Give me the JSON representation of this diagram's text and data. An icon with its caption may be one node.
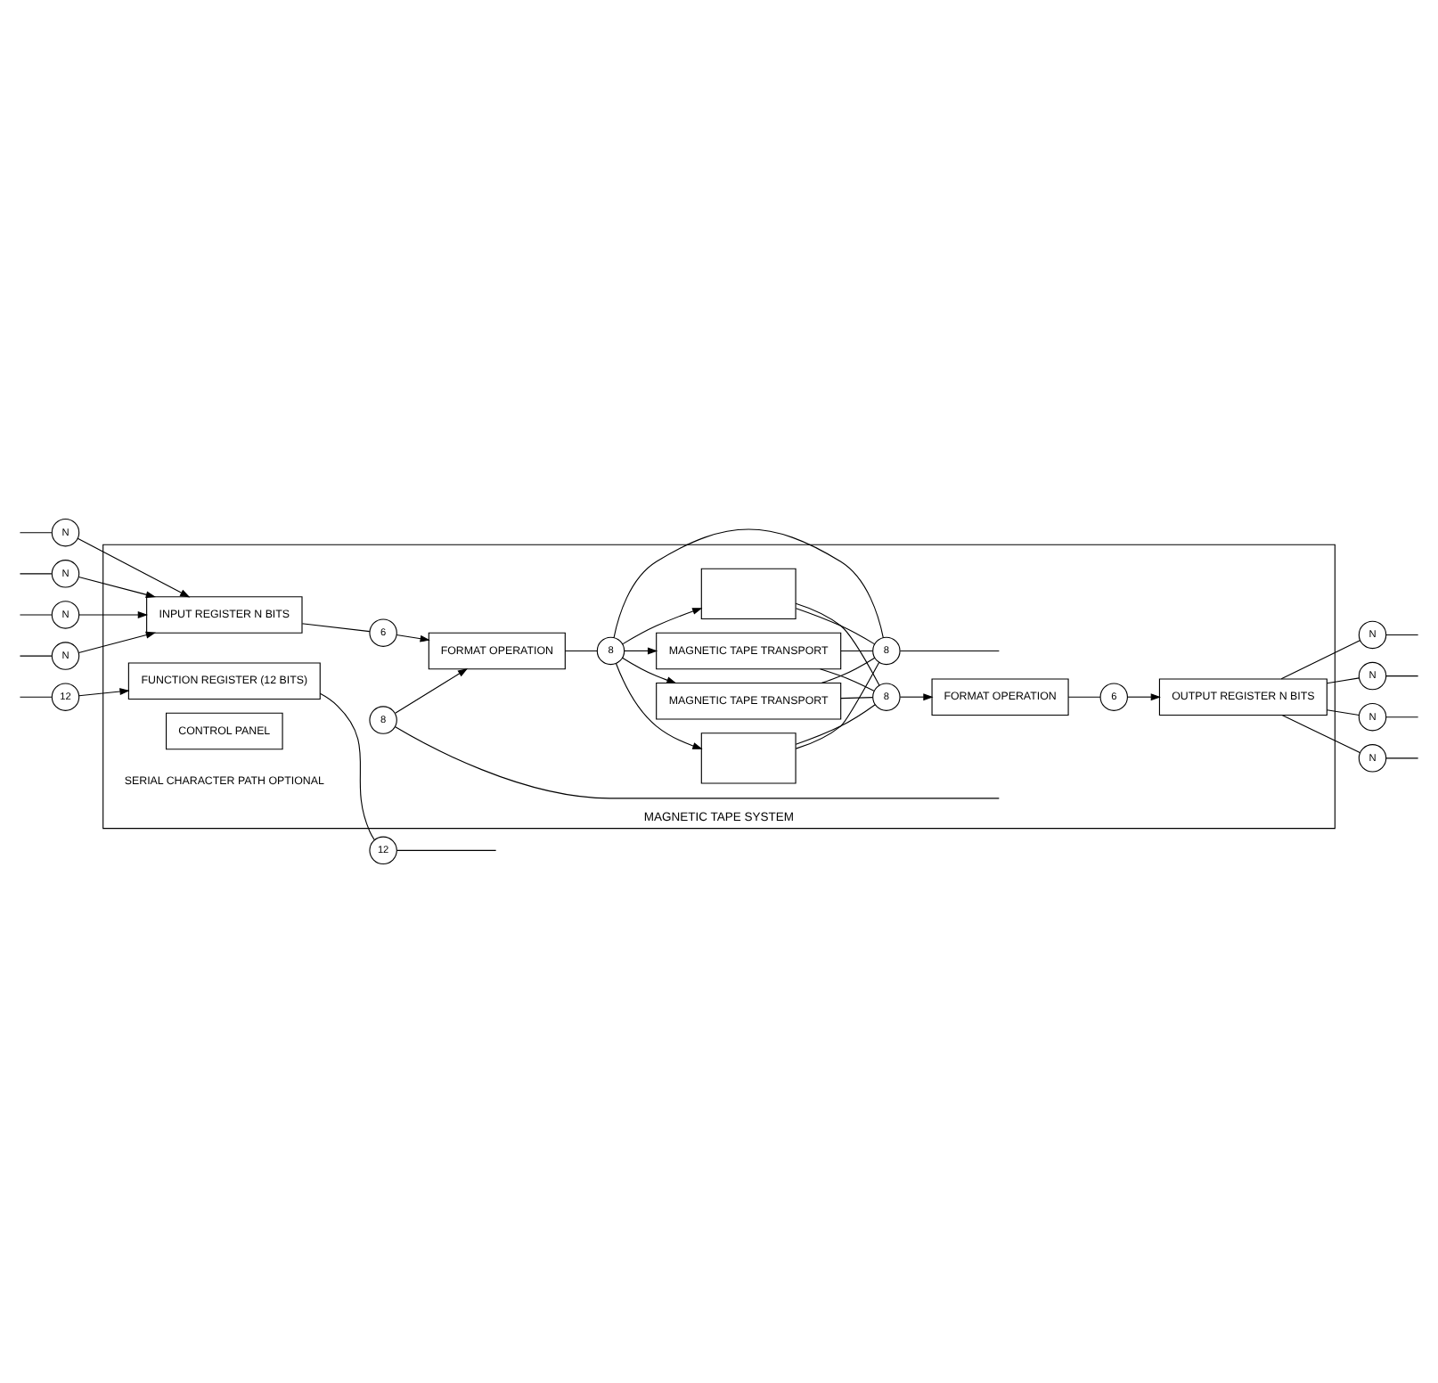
{
  "diagram": {
    "nodes": [
      {
        "text": [
          "MAGNETIC TAPE SYSTEM"
        ]
      },
      {
        "text": [
          "12"
        ]
      },
      {
        "text": [
          "FUNCTION REGISTER (12 BITS)"
        ],
        "in": 0
      },
      {
        "text": [
          "12"
        ]
      },
      {
        "text": [
          "N"
        ]
      },
      {
        "text": [
          "INPUT REGISTER N BITS"
        ],
        "in": 0
      },
      {
        "text": [
          "6"
        ],
        "in": 0
      },
      {
        "text": [
          "FORMAT OPERATION"
        ],
        "in": 0
      },
      {
        "text": [
          "8"
        ],
        "in": 0
      },
      {
        "text": [
          "MAGNETIC TAPE TRANSPORT"
        ],
        "in": 0
      },
      {
        "text": [
          "8"
        ],
        "in": 0
      },
      {
        "text": [
          "FORMAT OPERATION"
        ],
        "in": 0
      },
      {
        "text": [
          "6"
        ],
        "in": 0
      },
      {
        "text": [
          "OUTPUT REGISTER N BITS"
        ],
        "in": 0
      },
      {
        "text": [
          "N"
        ]
      },
      {
        "text": [],
        "shape": "box",
        "in": 0
      },
      {
        "text": [
          "N"
        ]
      },
      {
        "text": [
          "N"
        ]
      },
      {
        "text": [],
        "shape": "box",
        "in": 0
      },
      {
        "text": [
          "N"
        ]
      },
      {
        "text": [
          "N"
        ]
      },
      {
        "text": [
          "MAGNETIC TAPE TRANSPORT"
        ],
        "in": 0
      },
      {
        "text": [
          "N"
        ]
      },
      {
        "text": [
          "N"
        ]
      },
      {
        "text": [
          "8"
        ],
        "in": 0
      },
      {
        "text": [
          "8"
        ],
        "in": 0
      },
      {
        "text": [
          "CONTROL PANEL"
        ],
        "in": 0
      }
    ],
    "edges": [
      {
        "from": null,
        "to": 1,
        "arrow": "none"
      },
      {
        "from": 1,
        "to": 2,
        "arrow": "to"
      },
      {
        "from": 2,
        "to": 3,
        "arrow": "none"
      },
      {
        "from": 3,
        "to": null,
        "arrow": "none"
      },
      {
        "from": null,
        "to": 4,
        "arrow": "none"
      },
      {
        "from": 4,
        "to": 5,
        "arrow": "to"
      },
      {
        "from": null,
        "to": 16,
        "arrow": "none"
      },
      {
        "from": 16,
        "to": 5,
        "arrow": "to"
      },
      {
        "from": null,
        "to": 19,
        "arrow": "none"
      },
      {
        "from": 19,
        "to": 5,
        "arrow": "to"
      },
      {
        "from": null,
        "to": 22,
        "arrow": "none"
      },
      {
        "from": 22,
        "to": 5,
        "arrow": "to"
      },
      {
        "from": 5,
        "to": 6,
        "arrow": "none"
      },
      {
        "from": 6,
        "to": 7,
        "arrow": "to"
      },
      {
        "from": 7,
        "to": 8,
        "arrow": "none"
      },
      {
        "from": 8,
        "to": 9,
        "arrow": "to"
      },
      {
        "from": 8,
        "to": 15,
        "arrow": "to"
      },
      {
        "from": 8,
        "to": 18,
        "arrow": "to"
      },
      {
        "from": 8,
        "to": 21,
        "arrow": "to"
      },
      {
        "from": 9,
        "to": 10,
        "arrow": "none"
      },
      {
        "from": 15,
        "to": 10,
        "arrow": "none"
      },
      {
        "from": 18,
        "to": 10,
        "arrow": "none"
      },
      {
        "from": 21,
        "to": 10,
        "arrow": "none"
      },
      {
        "from": 10,
        "to": 11,
        "arrow": "to"
      },
      {
        "from": 11,
        "to": 12,
        "arrow": "none"
      },
      {
        "from": 12,
        "to": 13,
        "arrow": "to"
      },
      {
        "from": 13,
        "to": 14,
        "arrow": "none"
      },
      {
        "from": 14,
        "to": null,
        "arrow": "none"
      },
      {
        "from": 13,
        "to": 17,
        "arrow": "none"
      },
      {
        "from": 17,
        "to": null,
        "arrow": "none"
      },
      {
        "from": 13,
        "to": 20,
        "arrow": "none"
      },
      {
        "from": 20,
        "to": null,
        "arrow": "none"
      },
      {
        "from": 13,
        "to": 23,
        "arrow": "none"
      },
      {
        "from": 23,
        "to": null,
        "arrow": "none"
      },
      {
        "from": 8,
        "to": 24,
        "arrow": "none"
      },
      {
        "from": 9,
        "to": 24,
        "arrow": "none"
      },
      {
        "from": 15,
        "to": 24,
        "arrow": "none"
      },
      {
        "from": 18,
        "to": 24,
        "arrow": "none"
      },
      {
        "from": 21,
        "to": 24,
        "arrow": "none"
      },
      {
        "from": 24,
        "to": null,
        "arrow": "none"
      },
      {
        "from": null,
        "to": 25,
        "arrow": "none"
      },
      {
        "from": 25,
        "to": 7,
        "arrow": "to"
      }
    ],
    "labels": [
      "SERIAL CHARACTER PATH OPTIONAL"
    ]
  }
}
